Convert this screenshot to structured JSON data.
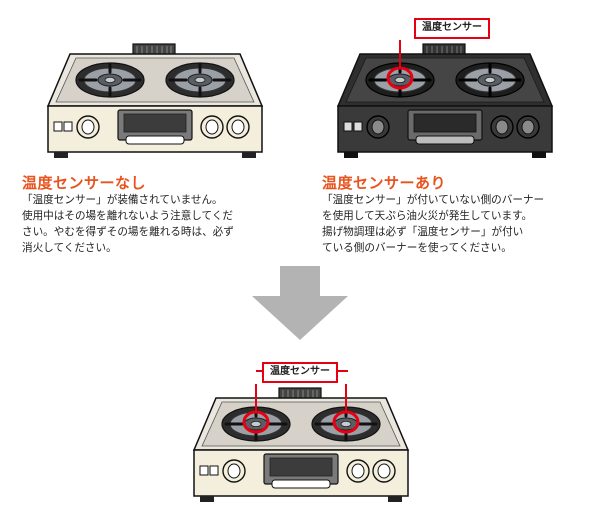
{
  "without_sensor": {
    "heading": "温度センサーなし",
    "description": "「温度センサー」が装備されていません。\n使用中はその場を離れないよう注意してくだ\nさい。やむを得ずその場を離れる時は、必ず\n消火してください。"
  },
  "with_sensor": {
    "heading": "温度センサーあり",
    "description": "「温度センサー」が付いていない側のバーナー\nを使用して天ぷら油火災が発生しています。\n揚げ物調理は必ず「温度センサー」が付い\nている側のバーナーを使ってください。",
    "callout_label": "温度センサー"
  },
  "both_sensors": {
    "callout_label": "温度センサー"
  },
  "colors": {
    "accent_heading": "#e8531e",
    "callout_red": "#e60012",
    "arrow_gray": "#b3b3b3",
    "cream_body": "#f4efdc",
    "dark_body": "#3a3a3a"
  },
  "icons": {
    "stove_left": "gas-stove-icon",
    "stove_right": "gas-stove-icon",
    "stove_bottom": "gas-stove-icon",
    "arrow": "down-arrow-icon"
  }
}
